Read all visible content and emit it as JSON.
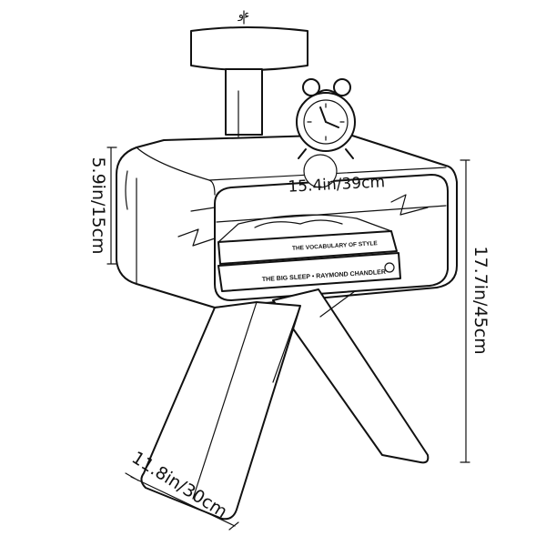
{
  "dimensions": {
    "height_side": "5.9in/15cm",
    "width_top": "15.4in/39cm",
    "height_total": "17.7in/45cm",
    "depth_base": "11.8in/30cm"
  },
  "books": {
    "top_title": "THE VOCABULARY OF STYLE",
    "bottom_title": "THE BIG SLEEP • RAYMOND CHANDLER"
  },
  "lamp_base_text": "ءو"
}
